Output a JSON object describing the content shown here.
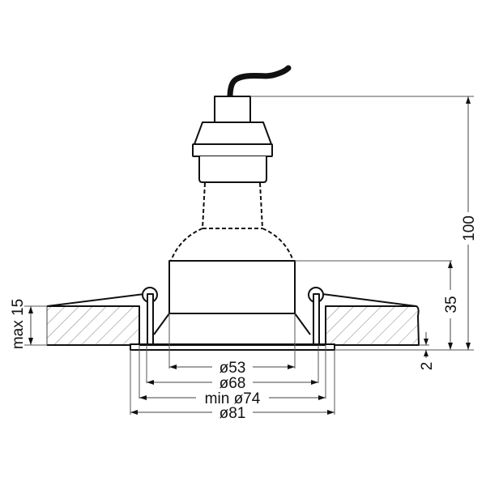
{
  "drawing": {
    "title": "Recessed downlight technical drawing",
    "colors": {
      "line": "#111111",
      "dimension": "#444444",
      "hatch": "#666666",
      "background": "#ffffff"
    },
    "dimensions": {
      "d53": "ø53",
      "d68": "ø68",
      "d74": "min ø74",
      "d81": "ø81",
      "height_total": "100",
      "height_body": "35",
      "flange": "2",
      "ceiling_thickness": "max 15"
    },
    "parts": [
      "cable",
      "socket-top",
      "socket-collar",
      "socket-body",
      "lamp-bulb-dashed",
      "housing-body",
      "spring-clip-left",
      "spring-clip-right",
      "ceiling-left",
      "ceiling-right",
      "flange"
    ]
  }
}
